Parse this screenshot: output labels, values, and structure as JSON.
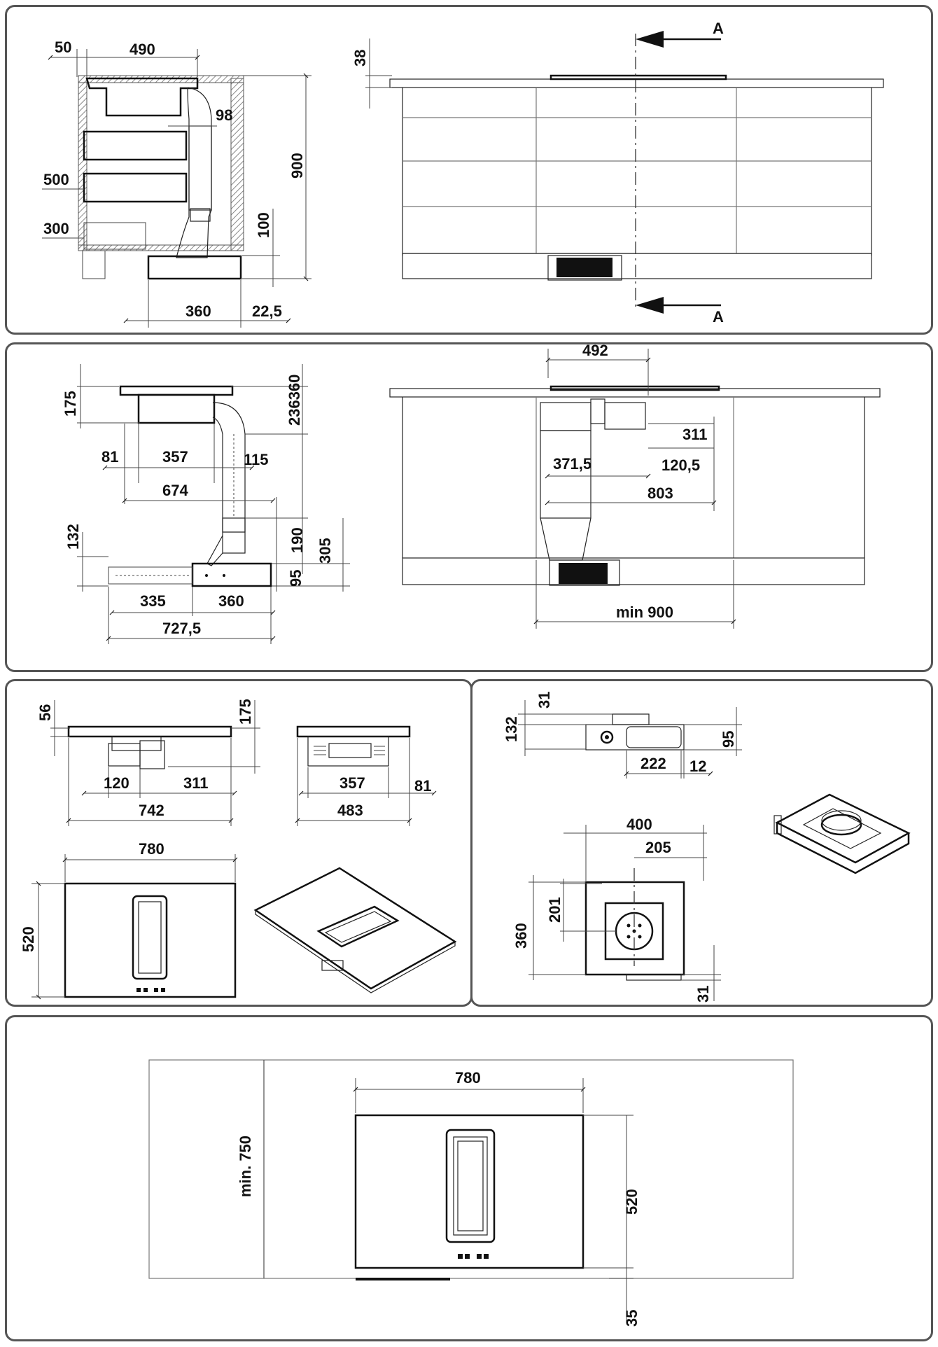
{
  "panel1": {
    "side": {
      "d50": "50",
      "d490": "490",
      "d98": "98",
      "d900": "900",
      "d500": "500",
      "d300": "300",
      "d100": "100",
      "d360": "360",
      "d22_5": "22,5"
    },
    "front": {
      "d38": "38",
      "sectionTop": "A",
      "sectionBottom": "A"
    }
  },
  "panel2": {
    "side": {
      "d175": "175",
      "d236360": "236360",
      "d81": "81",
      "d357": "357",
      "d115": "115",
      "d674": "674",
      "d132": "132",
      "d190": "190",
      "d305": "305",
      "d95": "95",
      "d335": "335",
      "d360": "360",
      "d727_5": "727,5"
    },
    "front": {
      "d492": "492",
      "d311": "311",
      "d371_5": "371,5",
      "d120_5": "120,5",
      "d803": "803",
      "dmin900": "min 900"
    }
  },
  "panel3": {
    "hobSide": {
      "d56": "56",
      "d175": "175",
      "d120": "120",
      "d311": "311",
      "d742": "742"
    },
    "hobEnd": {
      "d357": "357",
      "d81": "81",
      "d483": "483"
    },
    "hobTop": {
      "d780": "780",
      "d520": "520"
    }
  },
  "panel4": {
    "motorSide": {
      "d31": "31",
      "d132": "132",
      "d95": "95",
      "d222": "222",
      "d12": "12"
    },
    "motorTop": {
      "d400": "400",
      "d205": "205",
      "d360": "360",
      "d201": "201",
      "d31b": "31"
    }
  },
  "panel5": {
    "d780": "780",
    "dmin750": "min. 750",
    "d520": "520",
    "d35": "35"
  }
}
